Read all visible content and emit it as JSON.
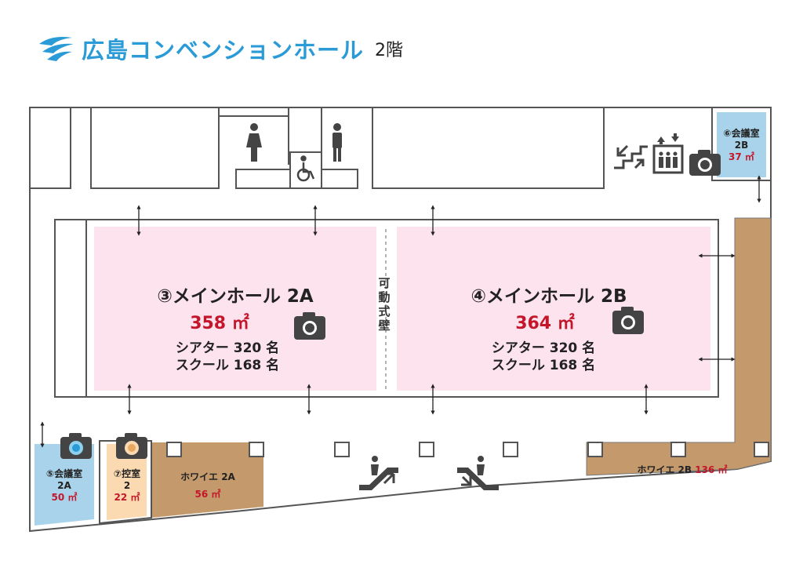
{
  "header": {
    "title": "広島コンベンションホール",
    "floor": "2階"
  },
  "colors": {
    "title": "#2a9bd7",
    "hall": "#fde3ee",
    "foyer": "#c49a6c",
    "room_blue": "#a8d3ea",
    "room_orange": "#fbd9b1",
    "area_red": "#c4162a",
    "wall": "#555555"
  },
  "halls": [
    {
      "name": "③メインホール 2A",
      "area": "358",
      "unit": "㎡",
      "theater": "シアター 320 名",
      "school": "スクール 168 名"
    },
    {
      "name": "④メインホール 2B",
      "area": "364",
      "unit": "㎡",
      "theater": "シアター 320 名",
      "school": "スクール 168 名"
    }
  ],
  "partition": [
    "可",
    "動",
    "式",
    "壁"
  ],
  "rooms": [
    {
      "name": "⑥会議室",
      "code": "2B",
      "area": "37 ㎡"
    },
    {
      "name": "⑤会議室",
      "code": "2A",
      "area": "50 ㎡"
    },
    {
      "name": "⑦控室",
      "code": "2",
      "area": "22 ㎡"
    }
  ],
  "foyers": [
    {
      "name": "ホワイエ 2A",
      "area": "56 ㎡"
    },
    {
      "name": "ホワイエ 2B",
      "area": "136 ㎡"
    }
  ],
  "icons": [
    "wave-logo-icon",
    "female-restroom-icon",
    "male-restroom-icon",
    "accessible-restroom-icon",
    "stairs-icon",
    "elevator-icon",
    "camera-icon",
    "escalator-up-icon",
    "escalator-down-icon",
    "door-arrow-icon"
  ]
}
